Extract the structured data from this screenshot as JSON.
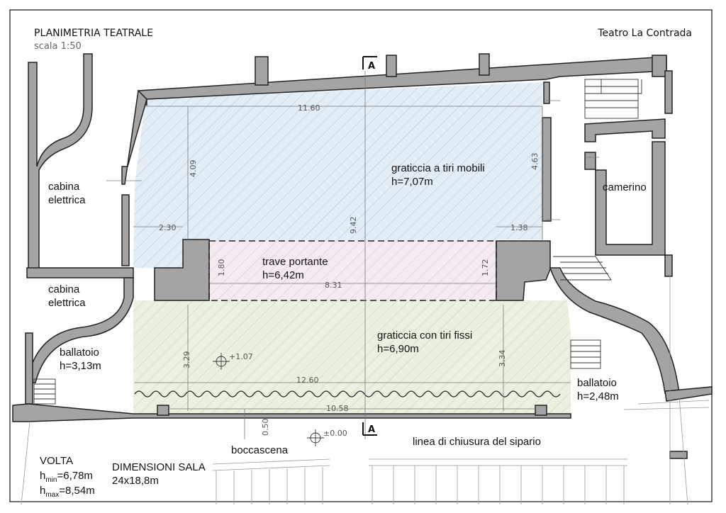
{
  "header": {
    "title": "PLANIMETRIA TEATRALE",
    "scale": "scala 1:50",
    "theatre": "Teatro La Contrada"
  },
  "section_marker": {
    "top": "A",
    "bottom": "A"
  },
  "rooms": {
    "cabina_top_l1": "cabina",
    "cabina_top_l2": "elettrica",
    "cabina_bottom_l1": "cabina",
    "cabina_bottom_l2": "elettrica",
    "camerino": "camerino",
    "ballatoio_left_l1": "ballatoio",
    "ballatoio_left_l2": "h=3,13m",
    "ballatoio_right_l1": "ballatoio",
    "ballatoio_right_l2": "h=2,48m"
  },
  "zones": {
    "graticcia_mobili_l1": "graticcia a tiri mobili",
    "graticcia_mobili_l2": "h=7,07m",
    "trave_l1": "trave portante",
    "trave_l2": "h=6,42m",
    "graticcia_fissi_l1": "graticcia con tiri fissi",
    "graticcia_fissi_l2": "h=6,90m"
  },
  "dimensions": {
    "d1160": "11.60",
    "d409": "4.09",
    "d463": "4.63",
    "d942": "9.42",
    "d230": "2.30",
    "d138": "1.38",
    "d180": "1.80",
    "d172": "1.72",
    "d831": "8.31",
    "d329": "3.29",
    "d334": "3.34",
    "d1260": "12.60",
    "d1058": "10.58",
    "d050": "0.50"
  },
  "levels": {
    "upper": "+1.07",
    "stage": "±0.00"
  },
  "labels": {
    "boccascena": "boccascena",
    "sipario": "linea di chiusura del sipario"
  },
  "volta": {
    "title": "VOLTA",
    "hmin_h": "h",
    "hmin_sub": "min",
    "hmin_val": "=6,78m",
    "hmax_h": "h",
    "hmax_sub": "max",
    "hmax_val": "=8,54m"
  },
  "sala": {
    "title": "DIMENSIONI SALA",
    "value": "24x18,8m"
  },
  "colors": {
    "wall_fill": "#a4a4a4",
    "mobili_tint": "#e3edf5",
    "mobili_hatch": "#9fb7cf",
    "trave_tint": "#f4ebf2",
    "trave_hatch": "#d5b4c9",
    "fissi_tint": "#eaf1e1",
    "fissi_hatch": "#b6cca3"
  }
}
